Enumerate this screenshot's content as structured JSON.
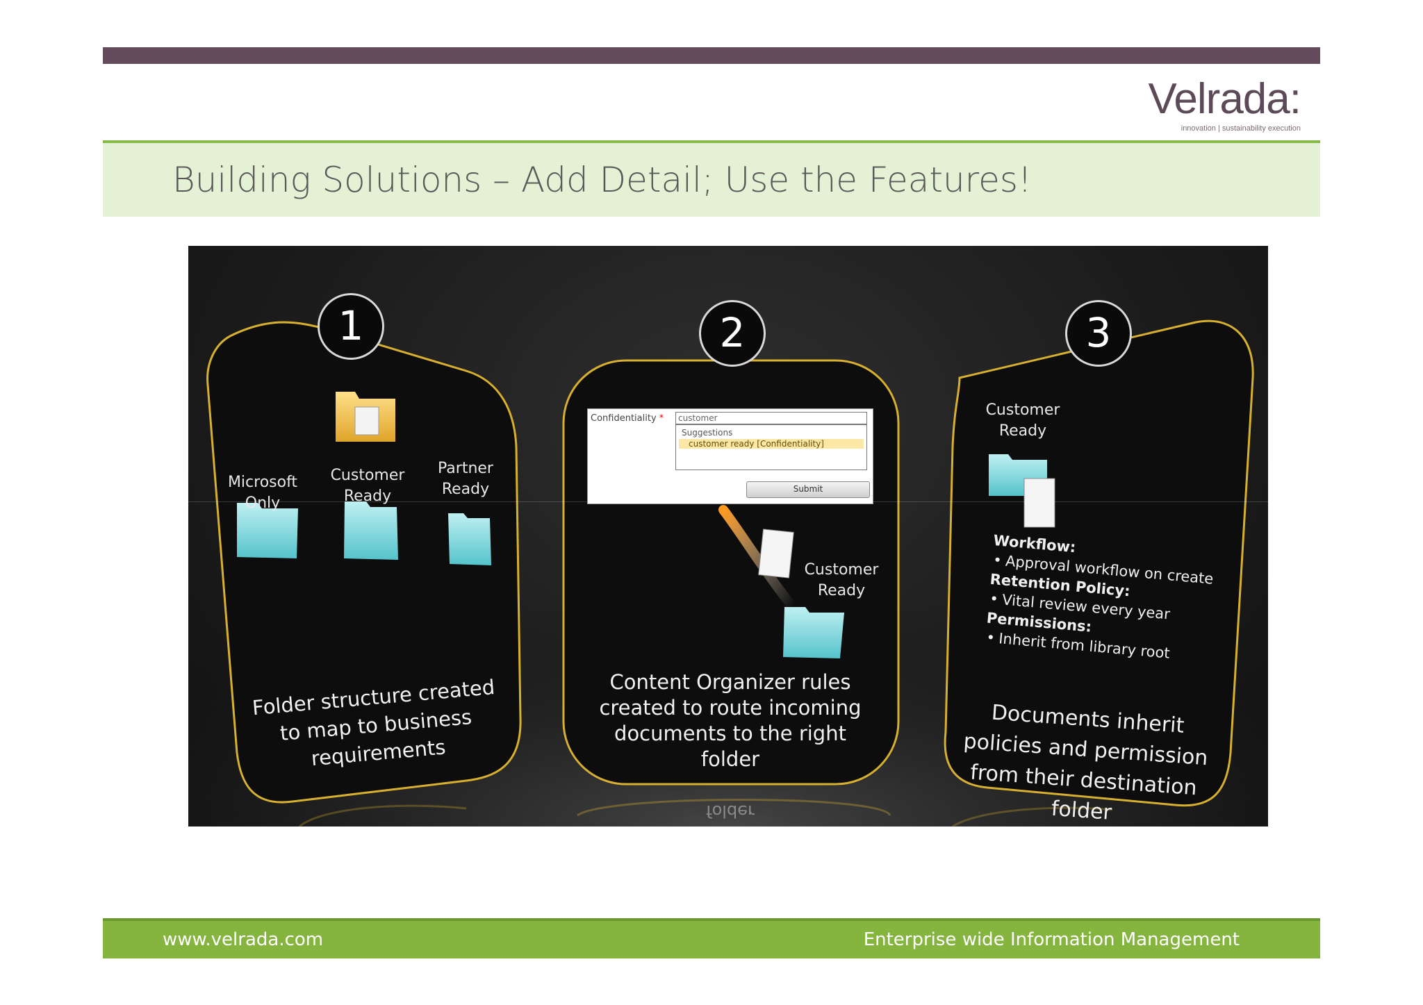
{
  "header": {
    "logo_word": "Velrada:",
    "logo_tagline": "innovation | sustainability  execution",
    "title": "Building Solutions – Add Detail; Use the Features!"
  },
  "panels": [
    {
      "number": "1",
      "folder_labels": [
        "Microsoft Only",
        "Customer Ready",
        "Partner Ready"
      ],
      "caption": "Folder structure created to map to business requirements"
    },
    {
      "number": "2",
      "form": {
        "field_label": "Confidentiality",
        "required_mark": "*",
        "input_value": "customer",
        "suggestions_heading": "Suggestions",
        "suggestion_item": "customer ready [Confidentiality]",
        "submit_label": "Submit"
      },
      "folder_label": "Customer Ready",
      "caption": "Content Organizer rules created to route incoming documents to the right folder",
      "reflection_text": "folder"
    },
    {
      "number": "3",
      "folder_label": "Customer Ready",
      "details": [
        {
          "heading": "Workflow:",
          "item": "Approval workflow on create"
        },
        {
          "heading": "Retention Policy:",
          "item": "Vital review every year"
        },
        {
          "heading": "Permissions:",
          "item": "Inherit from library root"
        }
      ],
      "caption": "Documents inherit policies and permission from their destination folder"
    }
  ],
  "footer": {
    "website": "www.velrada.com",
    "tagline": "Enterprise wide Information Management"
  },
  "colors": {
    "top_band": "#634b5b",
    "title_band": "#e5f1d4",
    "footer_band": "#85b43f",
    "panel_border": "#d8b030",
    "folder": "#7fd6dc"
  }
}
